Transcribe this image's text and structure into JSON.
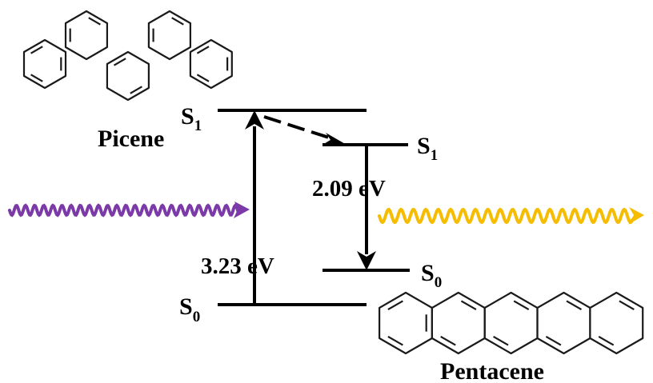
{
  "molecules": {
    "picene_label": "Picene",
    "pentacene_label": "Pentacene"
  },
  "levels": {
    "picene_s1": {
      "main": "S",
      "sub": "1"
    },
    "picene_s0": {
      "main": "S",
      "sub": "0"
    },
    "pentacene_s1": {
      "main": "S",
      "sub": "1"
    },
    "pentacene_s0": {
      "main": "S",
      "sub": "0"
    }
  },
  "energies": {
    "picene_gap": "3.23 eV",
    "pentacene_gap": "2.09 eV"
  },
  "colors": {
    "excitation_wave": "#7B3AA8",
    "emission_wave": "#F5BC00",
    "lines": "#000000"
  }
}
